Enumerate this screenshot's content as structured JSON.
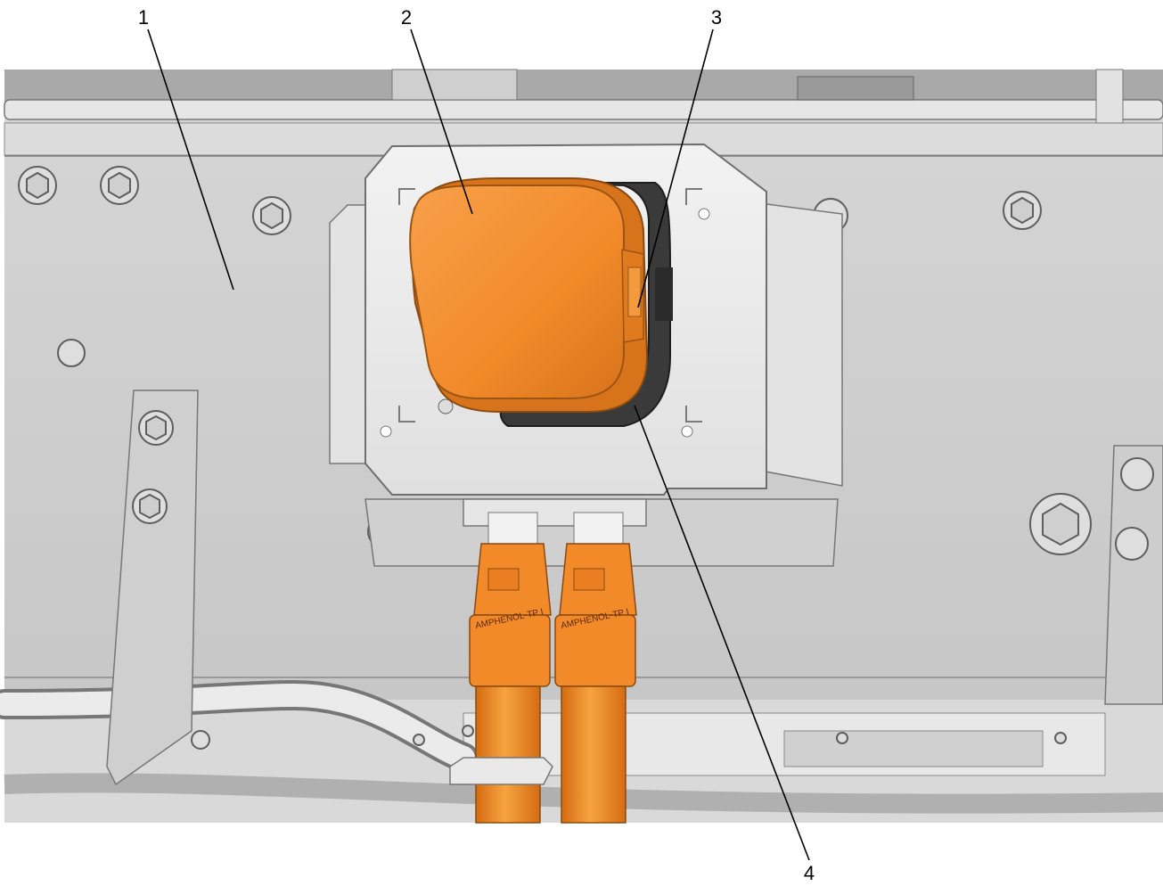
{
  "figure": {
    "callouts": [
      {
        "label": "1"
      },
      {
        "label": "2"
      },
      {
        "label": "3"
      },
      {
        "label": "4"
      }
    ],
    "connector_brand_left": "AMPHENOL-TP I",
    "connector_brand_right": "AMPHENOL-TP I",
    "colors": {
      "orange": "#f28a2a",
      "orange_dark": "#c96812",
      "metal_light": "#e9e9e9",
      "metal_mid": "#bdbdbd",
      "metal_dark": "#8f8f8f",
      "seal_dark": "#3a3a3a"
    }
  }
}
